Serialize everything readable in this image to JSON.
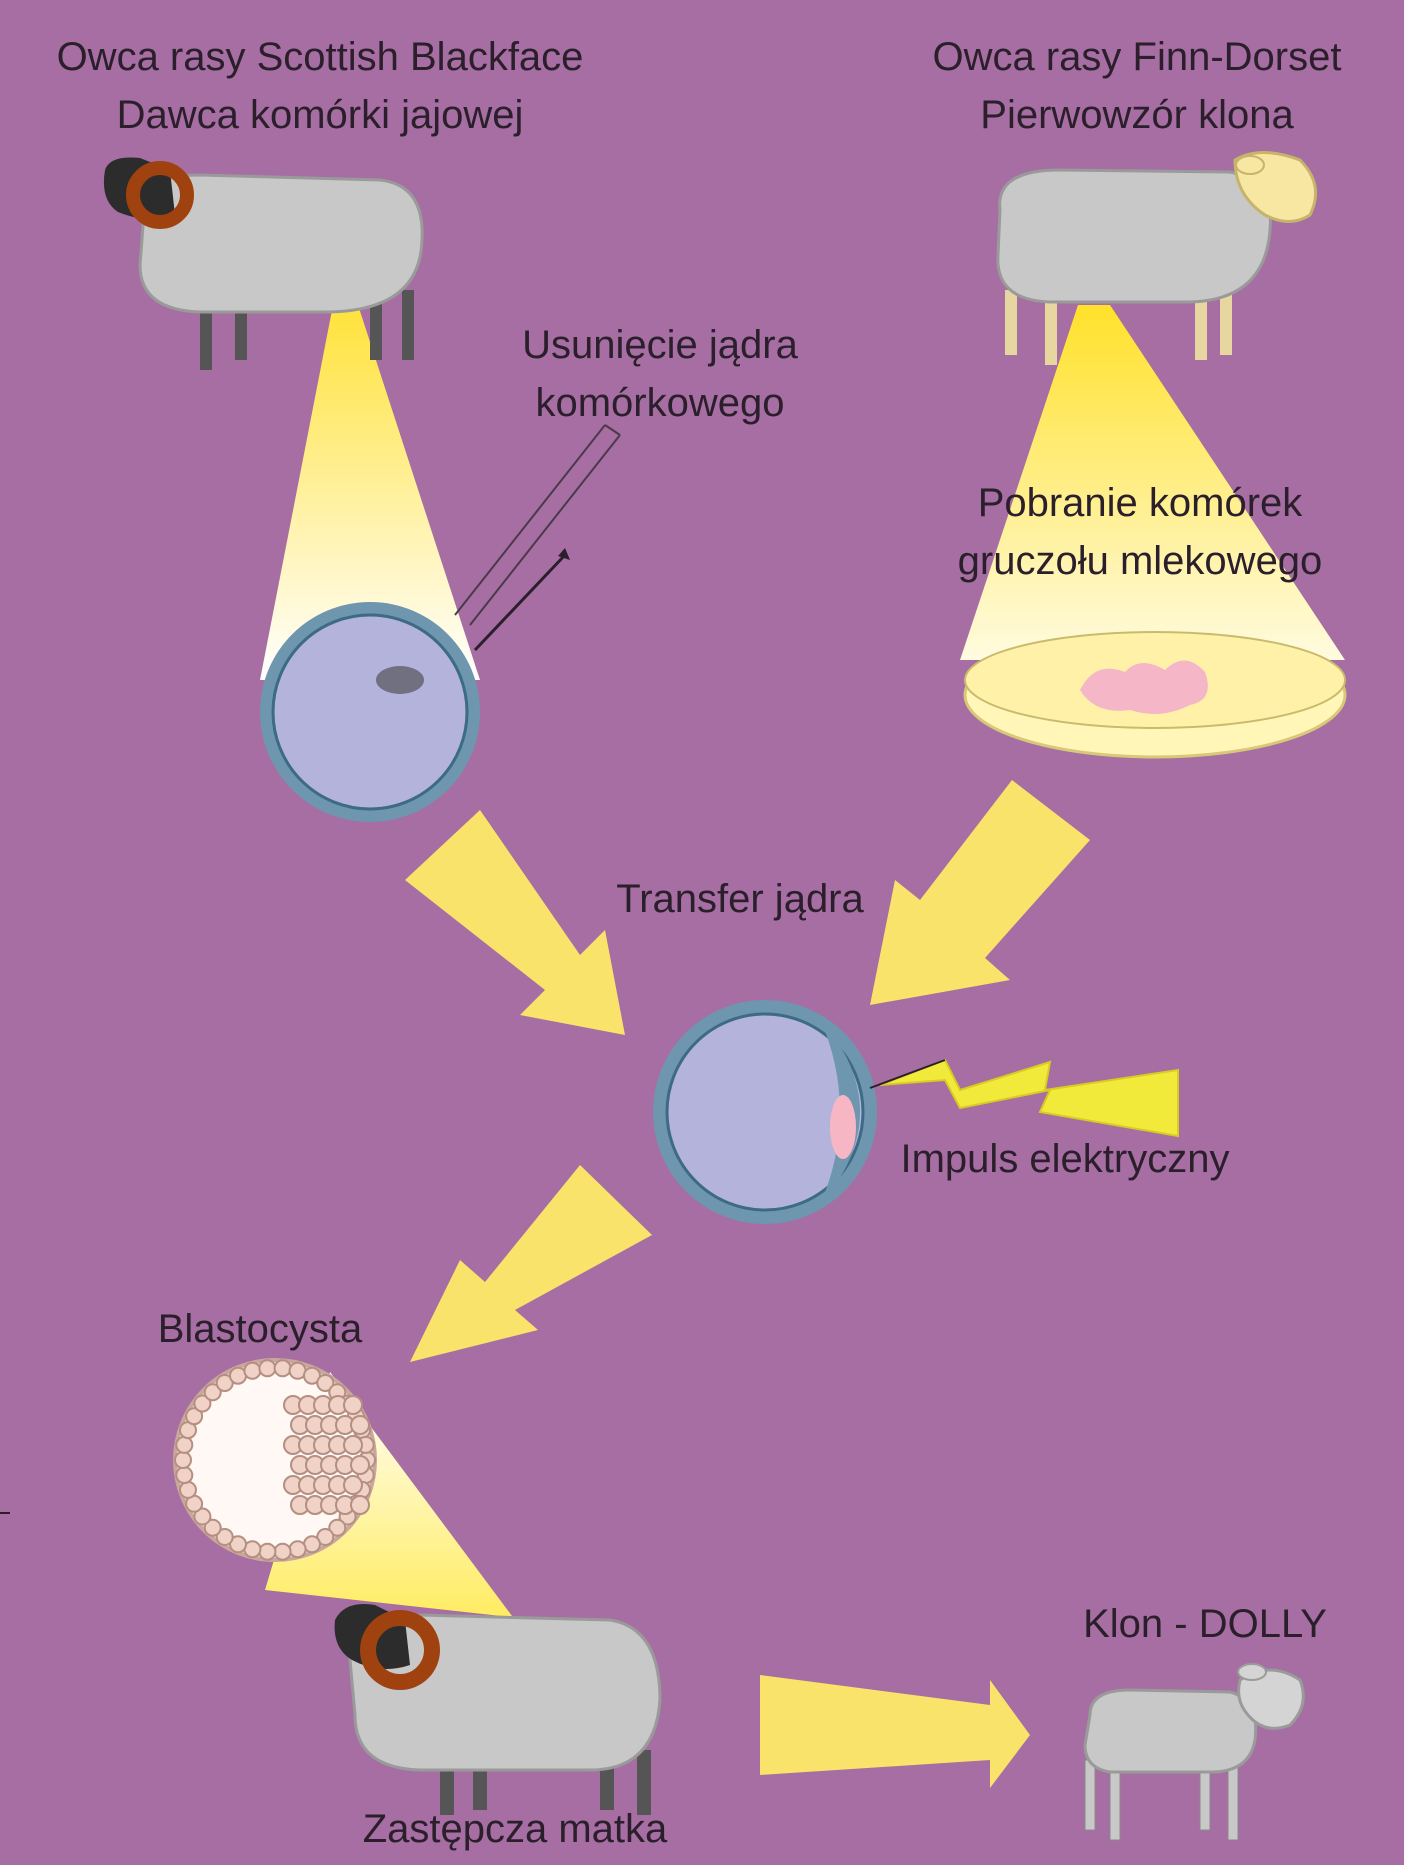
{
  "labels": {
    "donor_egg": {
      "line1": "Owca rasy Scottish Blackface",
      "line2": "Dawca komórki jajowej"
    },
    "clone_source": {
      "line1": "Owca rasy Finn-Dorset",
      "line2": "Pierwowzór klona"
    },
    "enucleation": {
      "line1": "Usunięcie jądra",
      "line2": "komórkowego"
    },
    "cell_harvest": {
      "line1": "Pobranie komórek",
      "line2": "gruczołu mlekowego"
    },
    "nuclear_transfer": "Transfer jądra",
    "electric_pulse": "Impuls elektryczny",
    "blastocyst": "Blastocysta",
    "surrogate": "Zastępcza matka",
    "clone": "Klon - DOLLY"
  },
  "colors": {
    "background": "#a66ea3",
    "arrow": "#f9e36a",
    "sheep_body": "#c8c8c8",
    "egg_fill": "#b3b3dc",
    "egg_ring": "#6e96ae",
    "horn": "#a0420f",
    "udder_cells": "#f5b6c8"
  }
}
